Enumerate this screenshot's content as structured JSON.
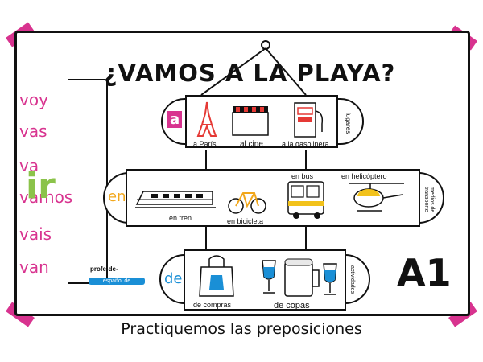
{
  "title": "¿VAMOS A LA PLAYA?",
  "subtitle": "Practiquemos las preposiciones",
  "verb": "ir",
  "conjugations": [
    "voy",
    "vas",
    "va",
    "vamos",
    "vais",
    "van"
  ],
  "level": "A1",
  "logo_line1": "profe-de-",
  "logo_line2": "español.de",
  "rows": [
    {
      "prep": "a",
      "prep_color": "#d8338f",
      "side": "lugares",
      "items": [
        {
          "label": "a París",
          "icon": "eiffel-tower-icon"
        },
        {
          "label": "al cine",
          "icon": "clapperboard-icon"
        },
        {
          "label": "a la gasolinera",
          "icon": "gas-pump-icon"
        }
      ]
    },
    {
      "prep": "en",
      "prep_color": "#f2a71b",
      "side": "medios de transporte",
      "items": [
        {
          "label": "en tren",
          "icon": "train-icon"
        },
        {
          "label": "en bicicleta",
          "icon": "bicycle-icon"
        },
        {
          "label": "en bus",
          "icon": "bus-icon"
        },
        {
          "label": "en helicóptero",
          "icon": "helicopter-icon"
        }
      ]
    },
    {
      "prep": "de",
      "prep_color": "#1a8fd6",
      "side": "actividades",
      "items": [
        {
          "label": "de compras",
          "icon": "shopping-bag-icon"
        },
        {
          "label": "de copas",
          "icon": "drinks-icon"
        }
      ]
    }
  ]
}
